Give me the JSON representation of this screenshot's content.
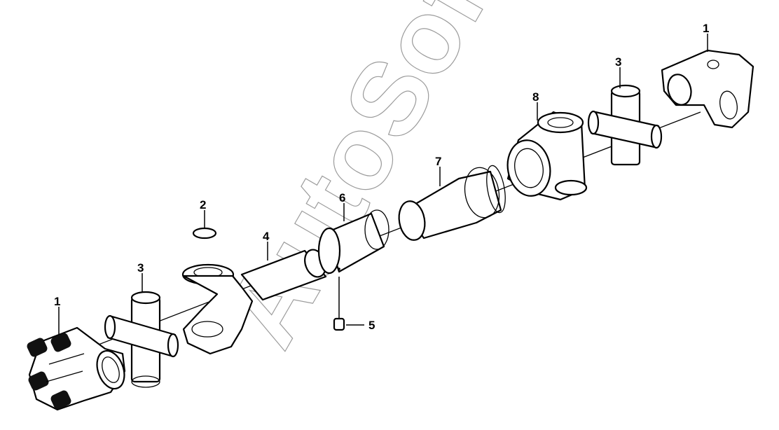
{
  "diagram": {
    "labels": {
      "yoke_left": "1",
      "yoke_right": "1",
      "ring": "2",
      "cross_left": "3",
      "cross_right": "3",
      "tube": "4",
      "grease_fitting": "5",
      "sleeve": "6",
      "slip_tube": "7",
      "slip_yoke": "8"
    },
    "watermark": "AutoSoft"
  }
}
